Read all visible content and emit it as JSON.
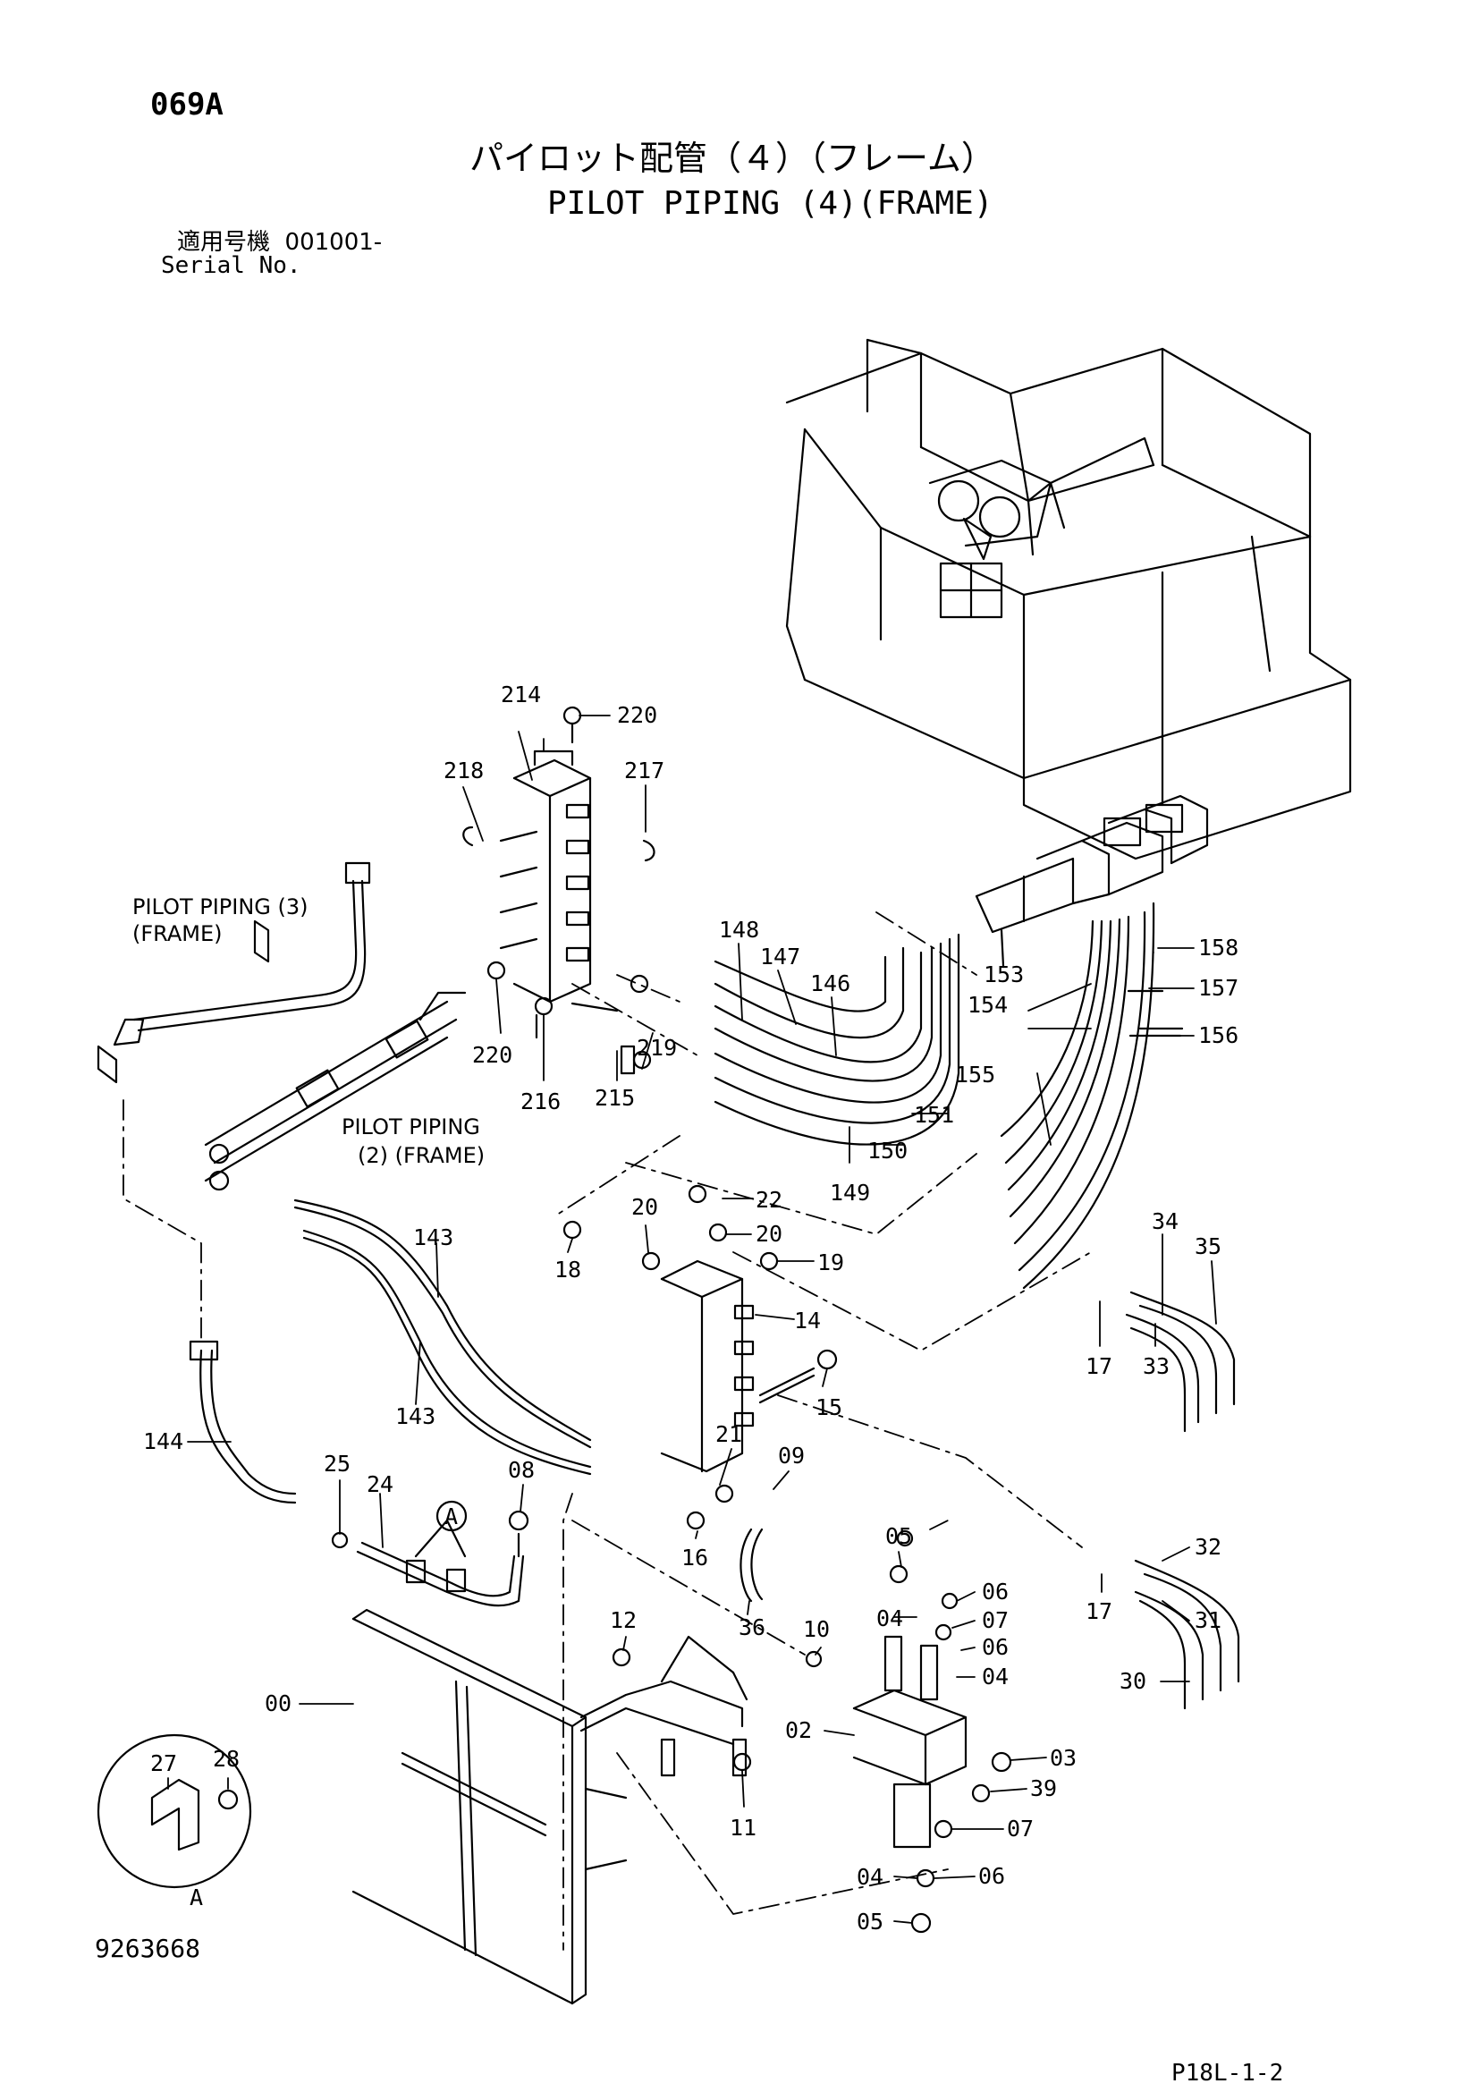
{
  "header": {
    "page_code": "069A",
    "title_ja": "パイロット配管（４）（フレーム）",
    "title_en": "PILOT PIPING (4)(FRAME)",
    "serial_label_ja": "適用号機",
    "serial_value": "001001-",
    "serial_label_en": "Serial No."
  },
  "footer": {
    "drawing_number": "9263668",
    "sheet_reference": "P18L-1-2"
  },
  "diagram": {
    "notes": {
      "pilot_piping_3": [
        "PILOT PIPING (3)",
        "(FRAME)"
      ],
      "pilot_piping_2": [
        "PILOT PIPING",
        "(2) (FRAME)"
      ]
    },
    "detail": {
      "label": "A",
      "callout": "A"
    },
    "callouts": [
      "214",
      "220",
      "218",
      "217",
      "220",
      "219",
      "216",
      "215",
      "148",
      "147",
      "146",
      "158",
      "153",
      "157",
      "154",
      "156",
      "155",
      "151",
      "150",
      "149",
      "143",
      "143",
      "20",
      "22",
      "20",
      "19",
      "18",
      "14",
      "34",
      "35",
      "17",
      "33",
      "15",
      "144",
      "25",
      "24",
      "08",
      "21",
      "09",
      "16",
      "36",
      "05",
      "06",
      "04",
      "07",
      "06",
      "04",
      "10",
      "12",
      "32",
      "17",
      "31",
      "30",
      "00",
      "02",
      "03",
      "39",
      "07",
      "11",
      "27",
      "28",
      "04",
      "06",
      "05"
    ]
  }
}
